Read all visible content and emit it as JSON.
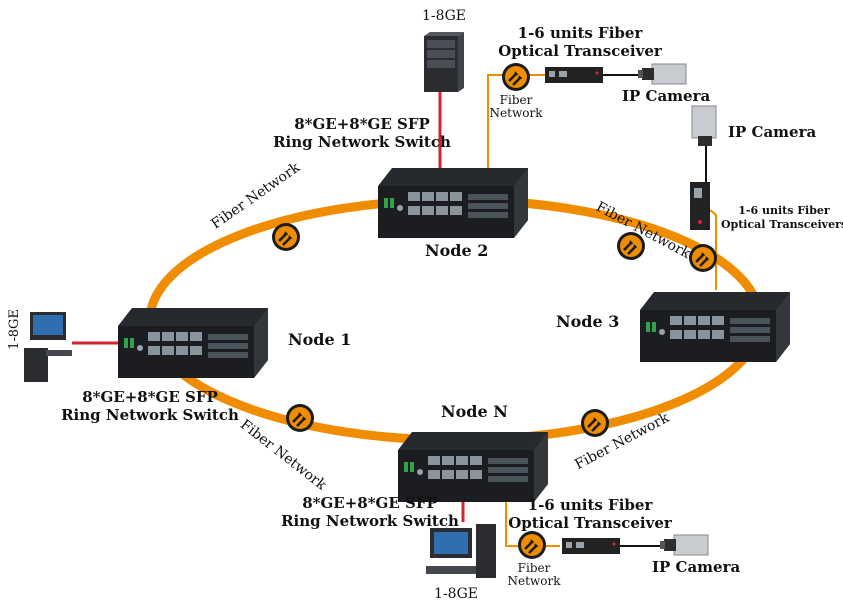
{
  "labels": {
    "top_server": "1-8GE",
    "bottom_server": "1-8GE",
    "left_pc": "1-8GE",
    "node1": "Node 1",
    "node2": "Node 2",
    "node3": "Node 3",
    "nodeN": "Node N",
    "switch_line1": "8*GE+8*GE SFP",
    "switch_line2": "Ring Network Switch",
    "transceiver_top_line1": "1-6 units Fiber",
    "transceiver_top_line2": "Optical Transceiver",
    "transceiver_right_line1": "1-6 units Fiber",
    "transceiver_right_line2": "Optical Transceivers",
    "transceiver_bottom_line1": "1-6 units Fiber",
    "transceiver_bottom_line2": "Optical Transceiver",
    "ip_camera": "IP Camera",
    "fiber_network": "Fiber Network",
    "fiber": "Fiber",
    "network": "Network"
  },
  "colors": {
    "ring": "#f08c00",
    "link_red": "#d8232a",
    "device_dark": "#2b2e33",
    "device_face": "#1d1f22",
    "port": "#7f8a94"
  }
}
